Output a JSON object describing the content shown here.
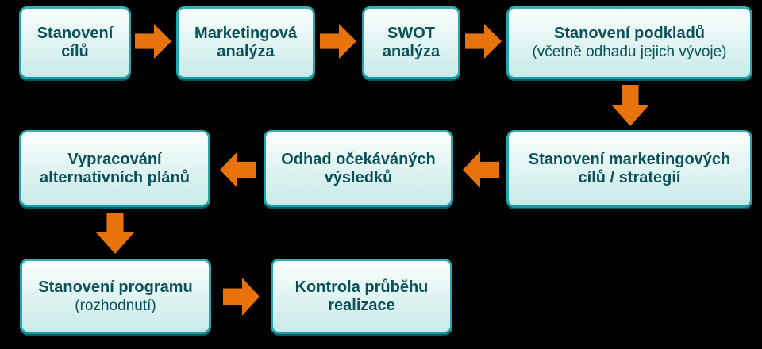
{
  "diagram": {
    "type": "flowchart",
    "language": "cs",
    "colors": {
      "background": "#000000",
      "box_border": "#28a5ac",
      "box_fill_top": "#fbfefe",
      "box_fill_bottom": "#c8eae8",
      "text": "#0a515a",
      "arrow": "#e8720b"
    },
    "boxes": [
      {
        "id": "stanoveni-cilu",
        "label": "Stanovení\ncílů"
      },
      {
        "id": "marketingova-analyza",
        "label": "Marketingová\nanalýza"
      },
      {
        "id": "swot-analyza",
        "label": "SWOT\nanalýza"
      },
      {
        "id": "stanoveni-podkladu",
        "label": "Stanovení podkladů",
        "sublabel": "(včetně odhadu jejich vývoje)"
      },
      {
        "id": "stanoveni-marketingovych-cilu-strategii",
        "label": "Stanovení marketingových\ncílů / strategií"
      },
      {
        "id": "odhad-ocekavanych-vysledku",
        "label": "Odhad očekáváných\nvýsledků"
      },
      {
        "id": "vypracovani-alternativnich-planu",
        "label": "Vypracování\nalternativních plánů"
      },
      {
        "id": "stanoveni-programu",
        "label": "Stanovení programu",
        "sublabel": "(rozhodnutí)"
      },
      {
        "id": "kontrola-prubehu-realizace",
        "label": "Kontrola průběhu\nrealizace"
      }
    ],
    "connections": [
      "stanoveni-cilu -> marketingova-analyza",
      "marketingova-analyza -> swot-analyza",
      "swot-analyza -> stanoveni-podkladu",
      "stanoveni-podkladu -> stanoveni-marketingovych-cilu-strategii",
      "stanoveni-marketingovych-cilu-strategii -> odhad-ocekavanych-vysledku",
      "odhad-ocekavanych-vysledku -> vypracovani-alternativnich-planu",
      "vypracovani-alternativnich-planu -> stanoveni-programu",
      "stanoveni-programu -> kontrola-prubehu-realizace"
    ]
  }
}
